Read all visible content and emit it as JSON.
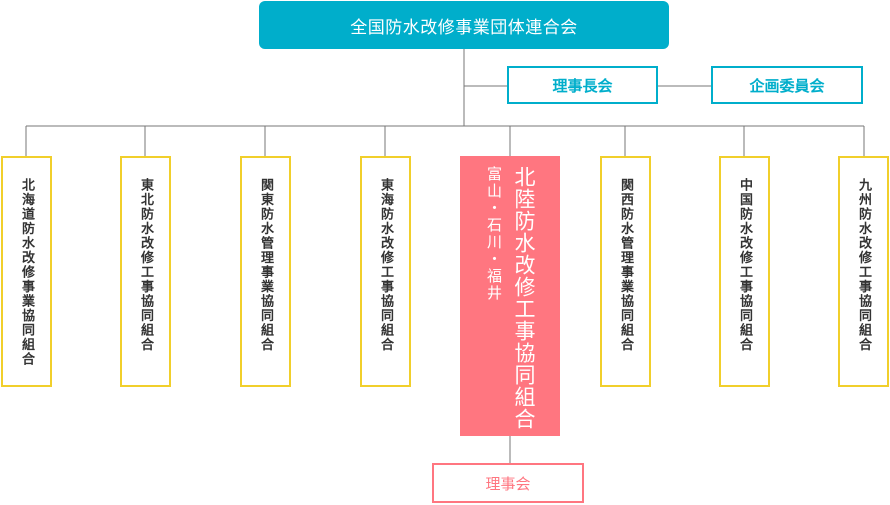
{
  "colors": {
    "teal": "#00aecb",
    "yellow": "#f1cf2b",
    "pink": "#ff7680",
    "line": "#777777"
  },
  "top": {
    "label": "全国防水改修事業団体連合会"
  },
  "board": {
    "label": "理事長会"
  },
  "planning": {
    "label": "企画委員会"
  },
  "members": [
    "北海道防水改修事業協同組合",
    "東北防水改修工事協同組合",
    "関東防水管理事業協同組合",
    "東海防水改修工事協同組合",
    "関西防水管理事業協同組合",
    "中国防水改修工事協同組合",
    "九州防水改修工事協同組合"
  ],
  "highlight": {
    "name": "北陸防水改修工事協同組合",
    "region": "富山・石川・福井"
  },
  "sub_board": {
    "label": "理事会"
  }
}
